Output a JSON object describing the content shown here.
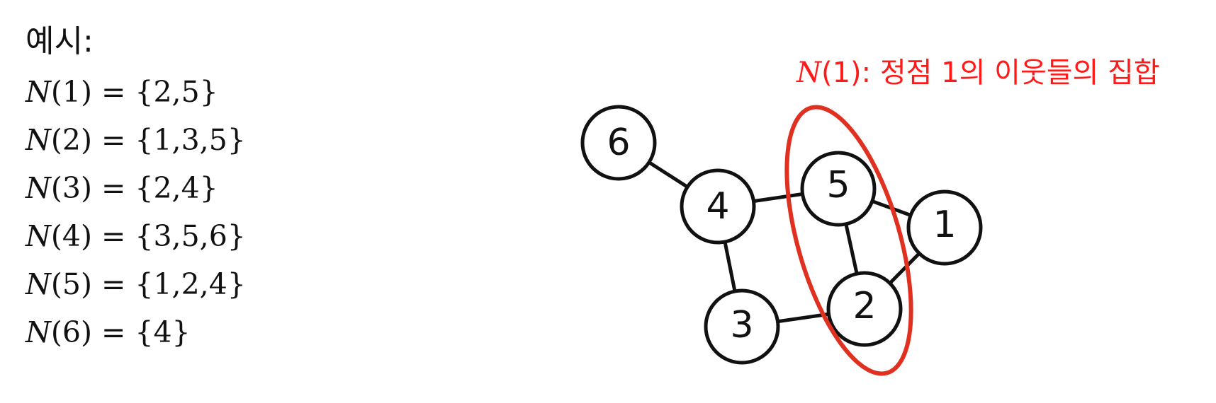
{
  "heading": "예시:",
  "neighborhoods": [
    {
      "var": "N",
      "node": "1",
      "set": "{2,5}"
    },
    {
      "var": "N",
      "node": "2",
      "set": "{1,3,5}"
    },
    {
      "var": "N",
      "node": "3",
      "set": "{2,4}"
    },
    {
      "var": "N",
      "node": "4",
      "set": "{3,5,6}"
    },
    {
      "var": "N",
      "node": "5",
      "set": "{1,2,4}"
    },
    {
      "var": "N",
      "node": "6",
      "set": "{4}"
    }
  ],
  "annotation": {
    "symbol": "N",
    "arg": "(1)",
    "text": ": 정점 1의 이웃들의 집합",
    "color": "#ff1a1a"
  },
  "graph": {
    "nodes": [
      "1",
      "2",
      "3",
      "4",
      "5",
      "6"
    ],
    "edges": [
      [
        "6",
        "4"
      ],
      [
        "4",
        "5"
      ],
      [
        "4",
        "3"
      ],
      [
        "5",
        "1"
      ],
      [
        "5",
        "2"
      ],
      [
        "3",
        "2"
      ],
      [
        "2",
        "1"
      ]
    ],
    "highlighted": [
      "2",
      "5"
    ],
    "highlight_color": "#e03020"
  }
}
